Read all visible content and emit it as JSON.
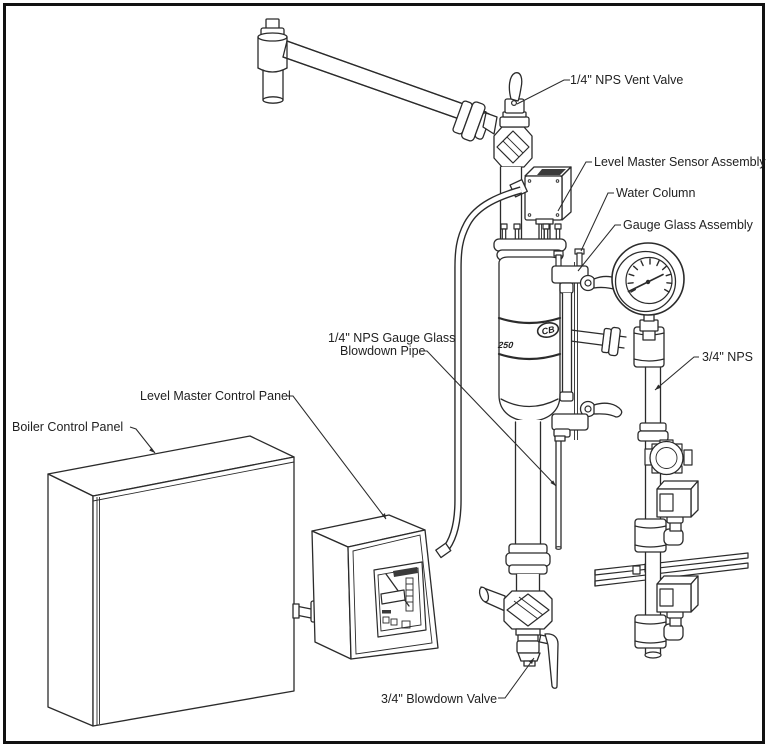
{
  "diagram": {
    "type": "technical-illustration",
    "subject": "Boiler water column level control piping installation",
    "colors": {
      "line": "#2b2b2b",
      "background": "#ffffff",
      "text": "#1f1f1f"
    },
    "labels": {
      "vent_valve": "1/4\" NPS Vent Valve",
      "sensor_assembly": "Level Master Sensor Assembly",
      "water_column": "Water Column",
      "gauge_glass_assembly": "Gauge Glass Assembly",
      "pipe_34_nps": "3/4\" NPS",
      "gauge_glass_blowdown_line1": "1/4\" NPS Gauge Glass",
      "gauge_glass_blowdown_line2": "Blowdown Pipe",
      "level_master_control_panel": "Level Master Control Panel",
      "boiler_control_panel": "Boiler Control Panel",
      "blowdown_valve": "3/4\" Blowdown Valve"
    },
    "vessel_markings": {
      "logo": "CB",
      "rating": "250"
    }
  }
}
